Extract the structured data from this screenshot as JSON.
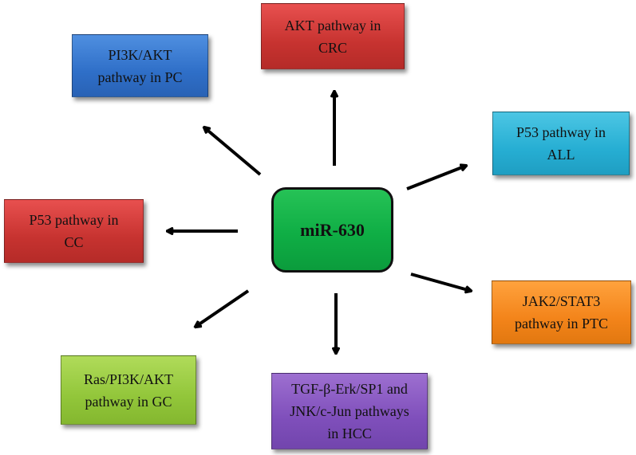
{
  "center": {
    "label": "miR-630"
  },
  "nodes": {
    "pi3k_pc": {
      "lines": [
        "PI3K/AKT",
        "pathway in PC"
      ],
      "color": "#2f6fc8"
    },
    "akt_crc": {
      "lines": [
        "AKT pathway in",
        "CRC"
      ],
      "color": "#c73330"
    },
    "p53_all": {
      "lines": [
        "P53 pathway in",
        "ALL"
      ],
      "color": "#26aed3"
    },
    "p53_cc": {
      "lines": [
        "P53 pathway in",
        "CC"
      ],
      "color": "#c73330"
    },
    "jak2_ptc": {
      "lines": [
        "JAK2/STAT3",
        "pathway in PTC"
      ],
      "color": "#f3841a"
    },
    "ras_gc": {
      "lines": [
        "Ras/PI3K/AKT",
        "pathway in GC"
      ],
      "color": "#92c63a"
    },
    "tgf_hcc": {
      "lines": [
        "TGF-β-Erk/SP1 and",
        "JNK/c-Jun pathways",
        "in HCC"
      ],
      "color": "#7f4fbb"
    }
  }
}
